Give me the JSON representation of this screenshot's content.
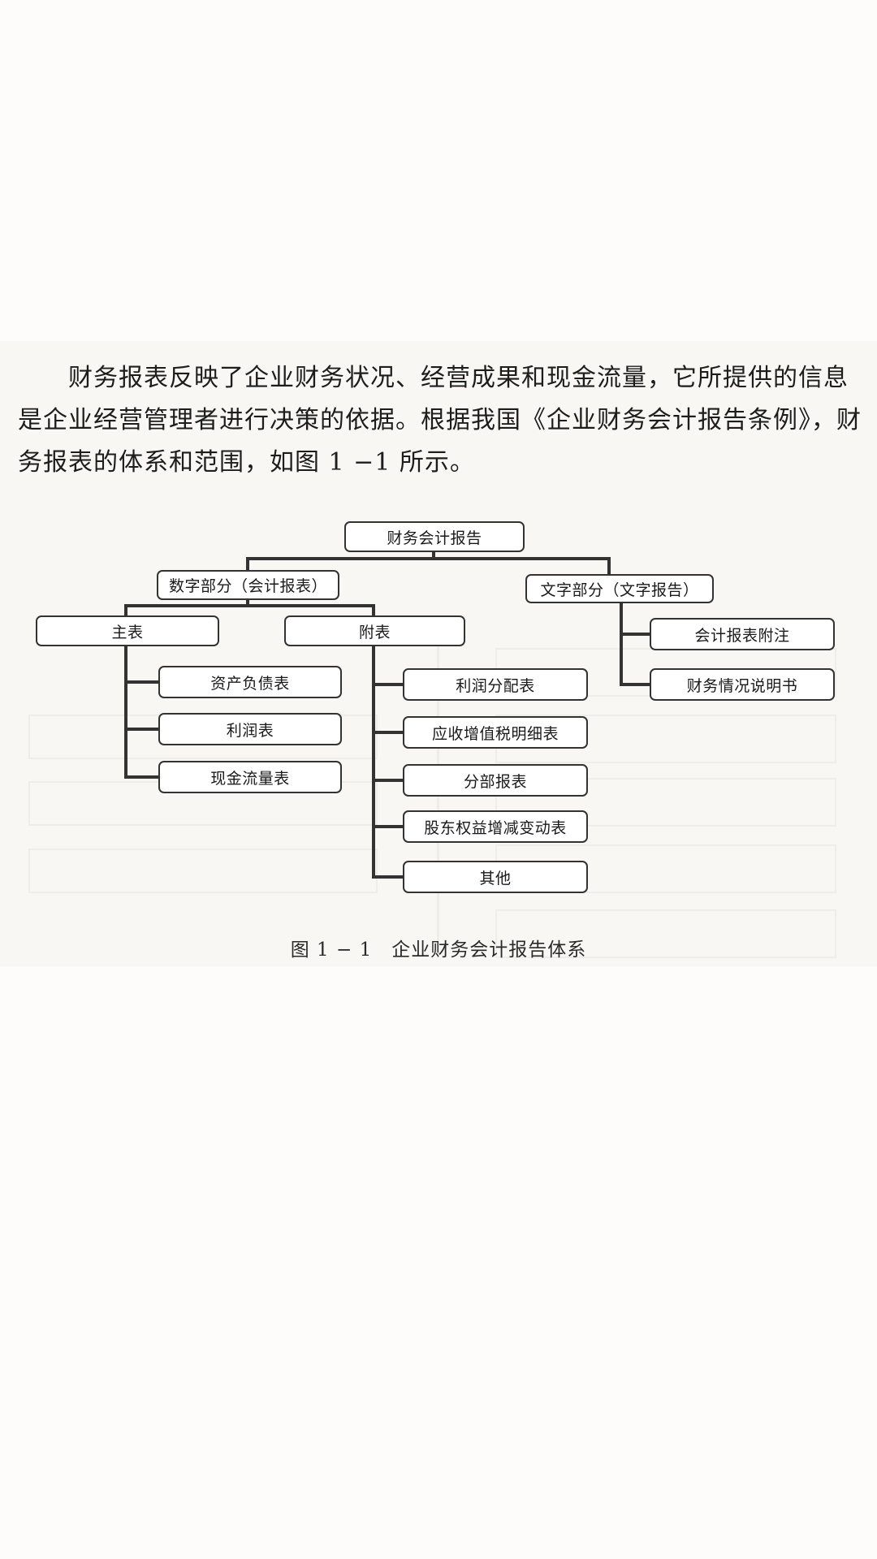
{
  "paragraph": "财务报表反映了企业财务状况、经营成果和现金流量，它所提供的信息是企业经营管理者进行决策的依据。根据我国《企业财务会计报告条例》，财务报表的体系和范围，如图 1 −1 所示。",
  "diagram": {
    "root": "财务会计报告",
    "numeric_part": "数字部分（会计报表）",
    "text_part": "文字部分（文字报告）",
    "main_tables": "主表",
    "appendix_tables": "附表",
    "balance_sheet": "资产负债表",
    "income_statement": "利润表",
    "cash_flow_statement": "现金流量表",
    "profit_distribution": "利润分配表",
    "vat_detail": "应收增值税明细表",
    "segment_report": "分部报表",
    "equity_change": "股东权益增减变动表",
    "other": "其他",
    "notes": "会计报表附注",
    "financial_explanation": "财务情况说明书"
  },
  "caption": "图 1 − 1　企业财务会计报告体系"
}
